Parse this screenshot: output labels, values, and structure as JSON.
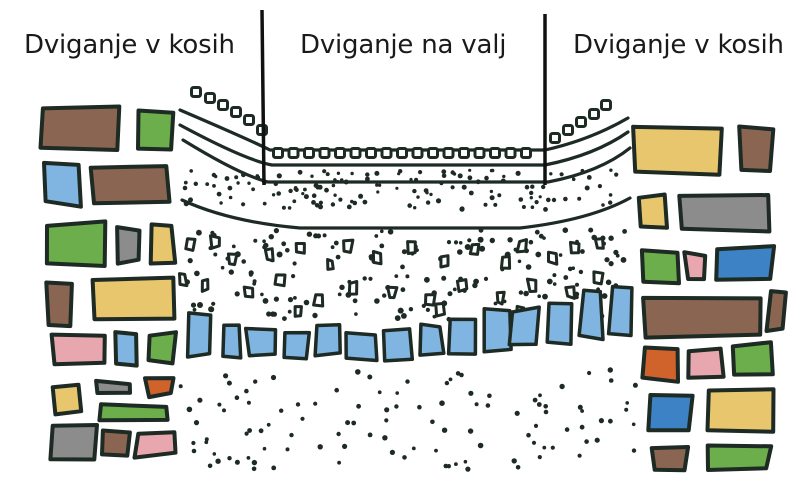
{
  "labels": {
    "left": "Dviganje v kosih",
    "center": "Dviganje na valj",
    "right": "Dviganje v kosih"
  },
  "colors": {
    "ink": "#1e2a24",
    "stone_blue": "#7fb5e0",
    "stone_brown": "#8a6652",
    "stone_green": "#6cad4c",
    "stone_yellow": "#e8c66e",
    "stone_grey": "#8c8c8c",
    "stone_pink": "#e8a6ae",
    "stone_orange": "#d0622c",
    "stone_darkblue": "#3c82c4",
    "stone_tan": "#c9a06a"
  }
}
